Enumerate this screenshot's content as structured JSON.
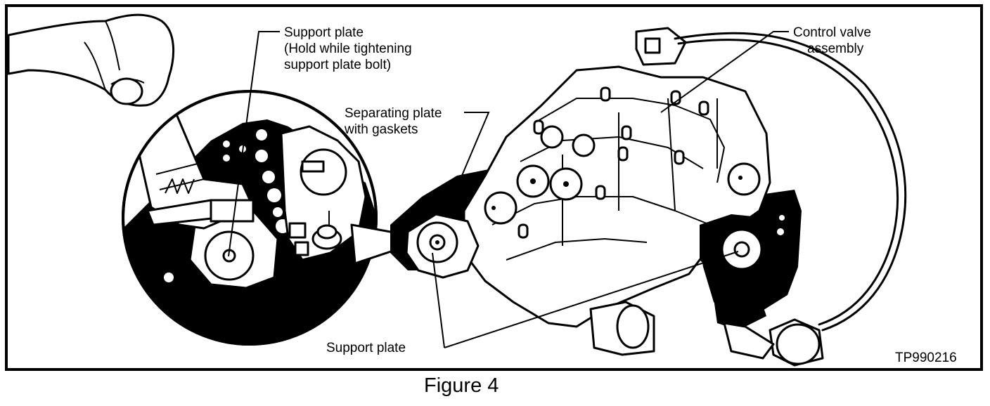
{
  "figure": {
    "caption": "Figure 4",
    "code": "TP990216"
  },
  "labels": {
    "support_plate_hold_line1": "Support plate",
    "support_plate_hold_line2": "(Hold while tightening",
    "support_plate_hold_line3": "support plate bolt)",
    "separating_plate_line1": "Separating plate",
    "separating_plate_line2": "with gaskets",
    "control_valve_line1": "Control valve",
    "control_valve_line2": "assembly",
    "support_plate_bottom": "Support plate"
  }
}
